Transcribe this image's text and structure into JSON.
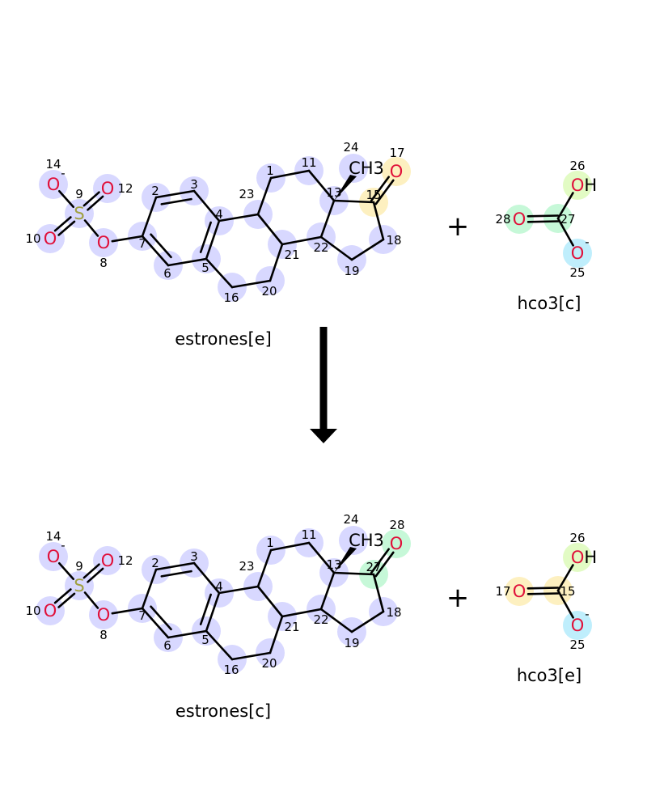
{
  "reaction": {
    "reactants": [
      {
        "name": "estrones[e]",
        "atoms": [
          {
            "num": "14",
            "sym": "O",
            "charge": "-",
            "color": "#d8d8ff"
          },
          {
            "num": "12",
            "sym": "O",
            "color": "#d8d8ff"
          },
          {
            "num": "9",
            "sym": "S",
            "color": "#d8d8ff"
          },
          {
            "num": "10",
            "sym": "O",
            "color": "#d8d8ff"
          },
          {
            "num": "8",
            "sym": "O",
            "color": "#d8d8ff"
          },
          {
            "num": "7",
            "color": "#d8d8ff"
          },
          {
            "num": "2",
            "color": "#d8d8ff"
          },
          {
            "num": "3",
            "color": "#d8d8ff"
          },
          {
            "num": "4",
            "color": "#d8d8ff"
          },
          {
            "num": "5",
            "color": "#d8d8ff"
          },
          {
            "num": "6",
            "color": "#d8d8ff"
          },
          {
            "num": "23",
            "color": "#d8d8ff"
          },
          {
            "num": "1",
            "color": "#d8d8ff"
          },
          {
            "num": "11",
            "color": "#d8d8ff"
          },
          {
            "num": "13",
            "color": "#d8d8ff"
          },
          {
            "num": "21",
            "color": "#d8d8ff"
          },
          {
            "num": "22",
            "color": "#d8d8ff"
          },
          {
            "num": "16",
            "color": "#d8d8ff"
          },
          {
            "num": "20",
            "color": "#d8d8ff"
          },
          {
            "num": "19",
            "color": "#d8d8ff"
          },
          {
            "num": "18",
            "color": "#d8d8ff"
          },
          {
            "num": "15",
            "color": "#fdf0c0"
          },
          {
            "num": "17",
            "sym": "O",
            "color": "#fdf0c0"
          },
          {
            "num": "24",
            "sym": "CH3",
            "color": "#d8d8ff"
          }
        ]
      },
      {
        "name": "hco3[c]",
        "atoms": [
          {
            "num": "26",
            "sym": "OH",
            "color": "#e2fbc4"
          },
          {
            "num": "27",
            "color": "#c6f8d8"
          },
          {
            "num": "28",
            "sym": "O",
            "color": "#c6f8d8"
          },
          {
            "num": "25",
            "sym": "O",
            "charge": "-",
            "color": "#bfeefc"
          }
        ]
      }
    ],
    "products": [
      {
        "name": "estrones[c]",
        "atoms": [
          {
            "num": "14",
            "sym": "O",
            "charge": "-",
            "color": "#d8d8ff"
          },
          {
            "num": "12",
            "sym": "O",
            "color": "#d8d8ff"
          },
          {
            "num": "9",
            "sym": "S",
            "color": "#d8d8ff"
          },
          {
            "num": "10",
            "sym": "O",
            "color": "#d8d8ff"
          },
          {
            "num": "8",
            "sym": "O",
            "color": "#d8d8ff"
          },
          {
            "num": "7",
            "color": "#d8d8ff"
          },
          {
            "num": "2",
            "color": "#d8d8ff"
          },
          {
            "num": "3",
            "color": "#d8d8ff"
          },
          {
            "num": "4",
            "color": "#d8d8ff"
          },
          {
            "num": "5",
            "color": "#d8d8ff"
          },
          {
            "num": "6",
            "color": "#d8d8ff"
          },
          {
            "num": "23",
            "color": "#d8d8ff"
          },
          {
            "num": "1",
            "color": "#d8d8ff"
          },
          {
            "num": "11",
            "color": "#d8d8ff"
          },
          {
            "num": "13",
            "color": "#d8d8ff"
          },
          {
            "num": "21",
            "color": "#d8d8ff"
          },
          {
            "num": "22",
            "color": "#d8d8ff"
          },
          {
            "num": "16",
            "color": "#d8d8ff"
          },
          {
            "num": "20",
            "color": "#d8d8ff"
          },
          {
            "num": "19",
            "color": "#d8d8ff"
          },
          {
            "num": "18",
            "color": "#d8d8ff"
          },
          {
            "num": "27",
            "color": "#c6f8d8"
          },
          {
            "num": "28",
            "sym": "O",
            "color": "#c6f8d8"
          },
          {
            "num": "24",
            "sym": "CH3",
            "color": "#d8d8ff"
          }
        ]
      },
      {
        "name": "hco3[e]",
        "atoms": [
          {
            "num": "26",
            "sym": "OH",
            "color": "#e2fbc4"
          },
          {
            "num": "15",
            "color": "#fdf0c0"
          },
          {
            "num": "17",
            "sym": "O",
            "color": "#fdf0c0"
          },
          {
            "num": "25",
            "sym": "O",
            "charge": "-",
            "color": "#bfeefc"
          }
        ]
      }
    ],
    "plus": "+",
    "colors": {
      "oxygen": "#e0103a",
      "sulfur": "#a0a040",
      "bond": "#000000"
    }
  }
}
